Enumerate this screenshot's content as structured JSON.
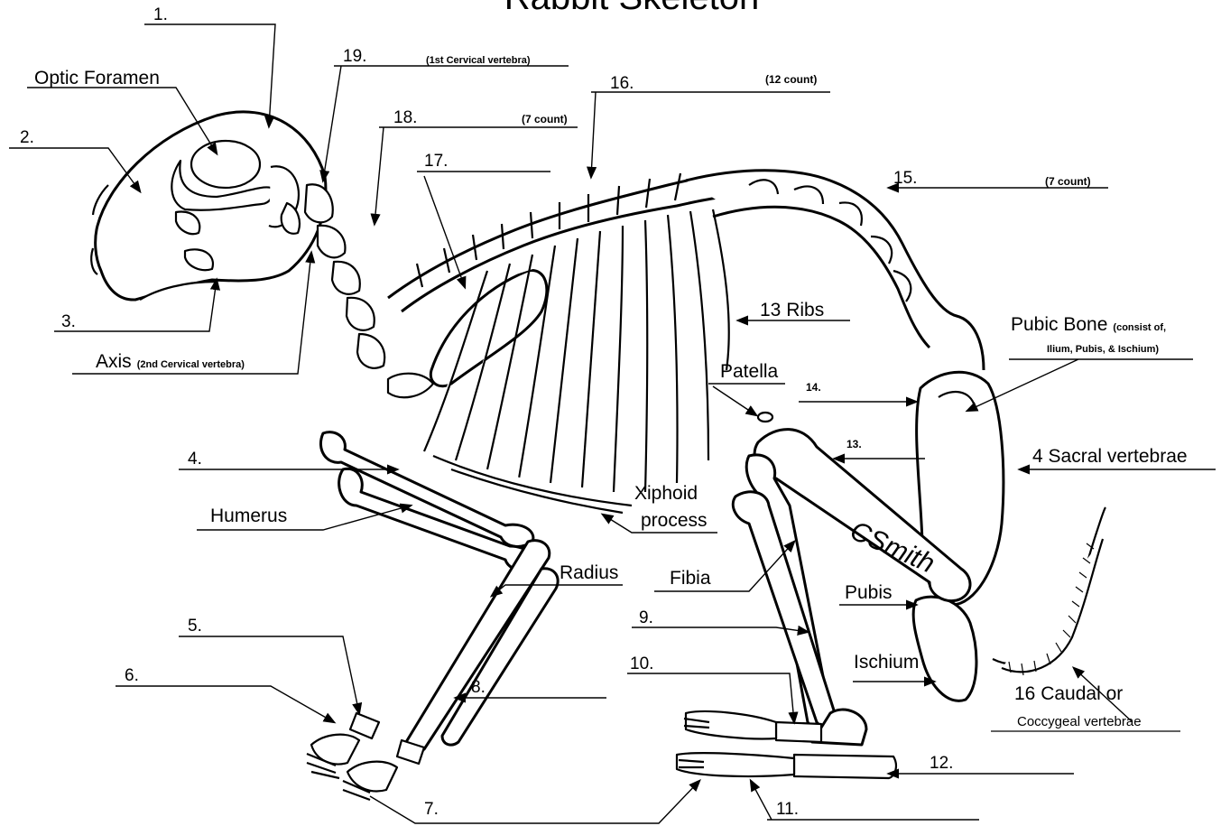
{
  "title": "Rabbit Skeleton",
  "signature": "CSmith",
  "labels": {
    "n1": "1.",
    "n2": "2.",
    "n3": "3.",
    "n4": "4.",
    "n5": "5.",
    "n6": "6.",
    "n7": "7.",
    "n8": "8.",
    "n9": "9.",
    "n10": "10.",
    "n11": "11.",
    "n12": "12.",
    "n13": "13.",
    "n14": "14.",
    "n15": "15.",
    "n16": "16.",
    "n17": "17.",
    "n18": "18.",
    "n19": "19.",
    "optic_foramen": "Optic Foramen",
    "axis_main": "Axis",
    "axis_note": "(2nd Cervical vertebra)",
    "first_cervical": "(1st Cervical vertebra)",
    "count_12": "(12 count)",
    "count_7a": "(7 count)",
    "count_7b": "(7 count)",
    "ribs": "13 Ribs",
    "pubic_bone": "Pubic Bone",
    "pubic_bone_note1": "(consist of,",
    "pubic_bone_note2": "Ilium, Pubis, & Ischium)",
    "patella": "Patella",
    "sacral": "4 Sacral vertebrae",
    "humerus": "Humerus",
    "xiphoid1": "Xiphoid",
    "xiphoid2": "process",
    "radius": "Radius",
    "fibia": "Fibia",
    "pubis": "Pubis",
    "ischium": "Ischium",
    "caudal1": "16 Caudal or",
    "caudal2": "Coccygeal vertebrae"
  }
}
